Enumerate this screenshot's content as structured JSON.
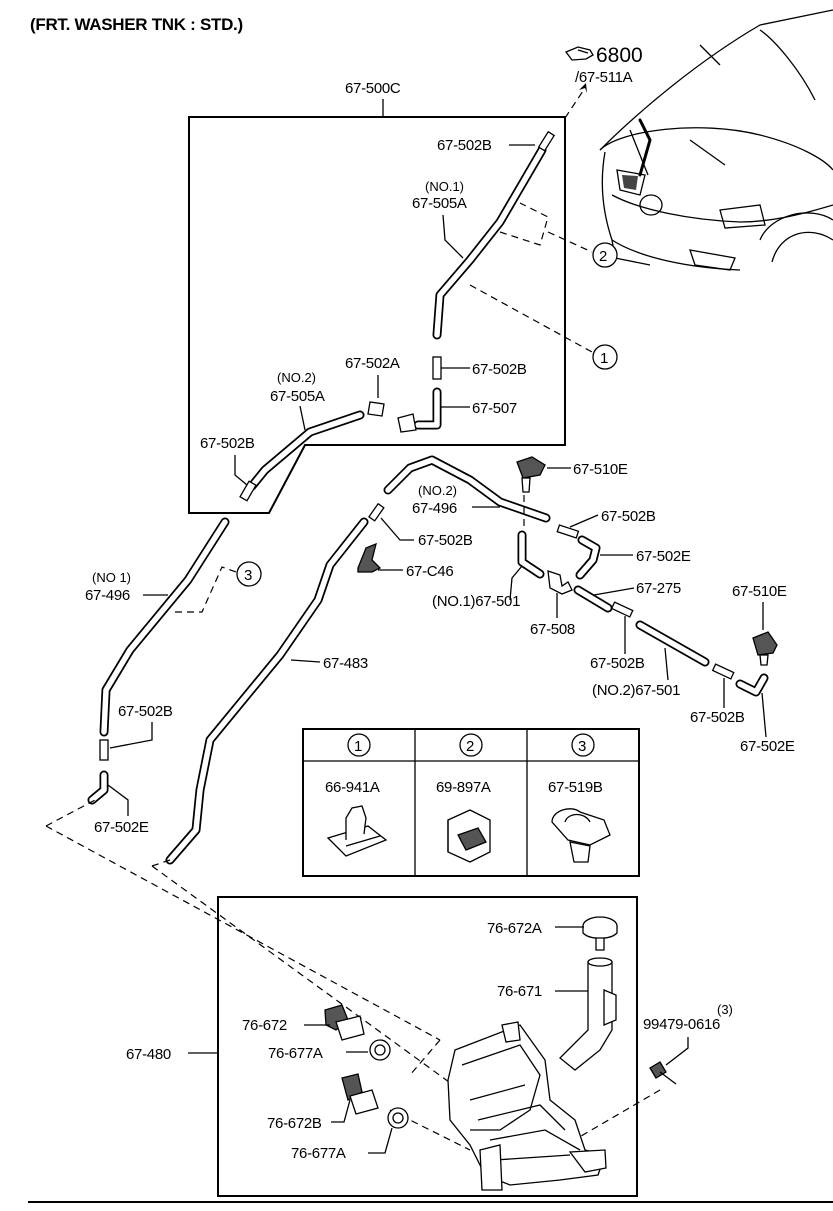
{
  "title": "(FRT. WASHER TNK : STD.)",
  "ref_group": {
    "main": "6800",
    "sub": "/67-511A"
  },
  "callouts": [
    "1",
    "2",
    "3"
  ],
  "labels": {
    "c500": "67-500C",
    "b_top": "67-502B",
    "no1_505a_tag": "(NO.1)",
    "no1_505a": "67-505A",
    "a502": "67-502A",
    "b_mid": "67-502B",
    "no2_505a_tag": "(NO.2)",
    "no2_505a": "67-505A",
    "p507": "67-507",
    "b_left": "67-502B",
    "e510_top": "67-510E",
    "no2_496_tag": "(NO.2)",
    "no2_496": "67-496",
    "b_right1": "67-502B",
    "b_center": "67-502B",
    "e502_1": "67-502E",
    "c46": "67-C46",
    "p275": "67-275",
    "no1_501": "(NO.1)67-501",
    "p508": "67-508",
    "e510_right": "67-510E",
    "b_right2": "67-502B",
    "no2_501": "(NO.2)67-501",
    "b_right3": "67-502B",
    "e502_2": "67-502E",
    "no1_496_tag": "(NO 1)",
    "no1_496": "67-496",
    "p483": "67-483",
    "b_leftlow": "67-502B",
    "e502_left": "67-502E",
    "p672a": "76-672A",
    "p671": "76-671",
    "bolt_qty": "(3)",
    "bolt": "99479-0616",
    "p672": "76-672",
    "p677a_1": "76-677A",
    "p480": "67-480",
    "p672b": "76-672B",
    "p677a_2": "76-677A"
  },
  "legend_table": {
    "headers": [
      "1",
      "2",
      "3"
    ],
    "parts": [
      "66-941A",
      "69-897A",
      "67-519B"
    ]
  }
}
